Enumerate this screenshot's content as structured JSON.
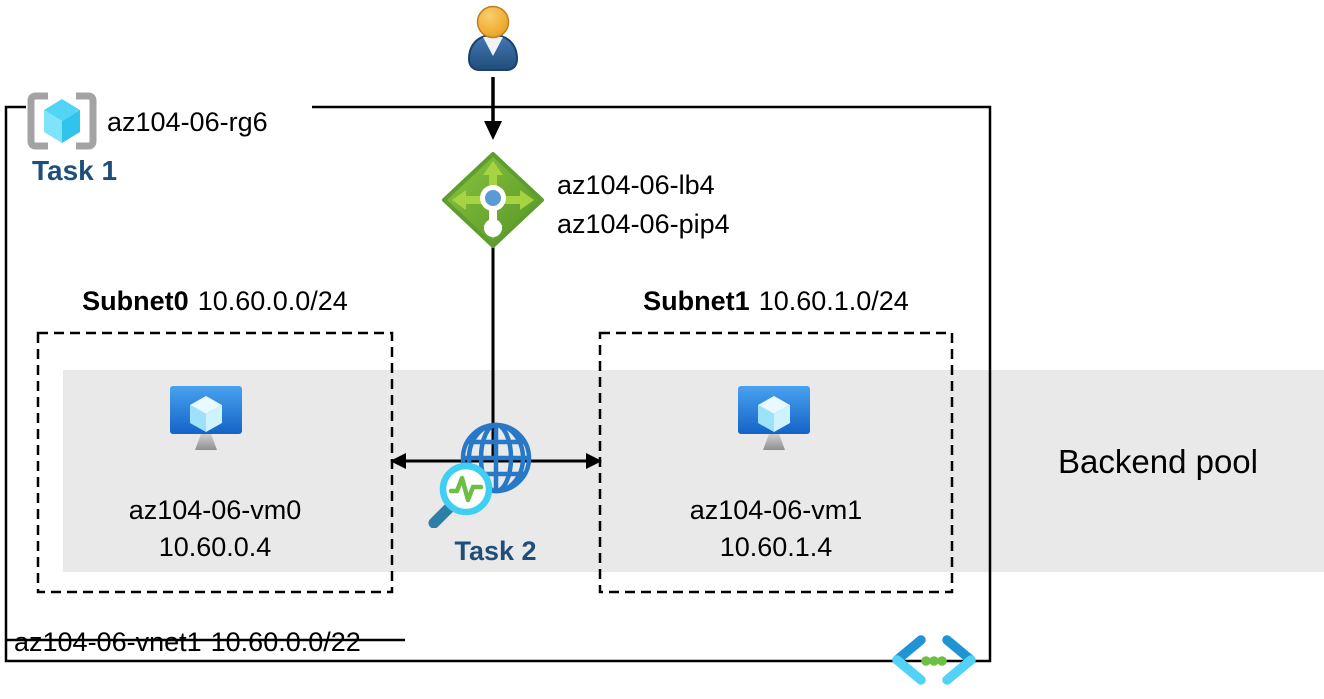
{
  "diagram": {
    "resource_group": {
      "name": "az104-06-rg6",
      "task": "Task 1"
    },
    "load_balancer": {
      "name": "az104-06-lb4",
      "public_ip": "az104-06-pip4"
    },
    "subnets": [
      {
        "name": "Subnet0",
        "cidr": "10.60.0.0/24",
        "vm": {
          "name": "az104-06-vm0",
          "ip": "10.60.0.4"
        }
      },
      {
        "name": "Subnet1",
        "cidr": "10.60.1.0/24",
        "vm": {
          "name": "az104-06-vm1",
          "ip": "10.60.1.4"
        }
      }
    ],
    "health_probe_task": "Task 2",
    "backend_pool_label": "Backend pool",
    "vnet": {
      "name": "az104-06-vnet1",
      "cidr": "10.60.0.0/22"
    }
  },
  "colors": {
    "task_text": "#1F4E79",
    "backend_band": "#E9E9E9",
    "lb_diamond_green": "#6FAE35",
    "lb_arrow_green": "#A6D440",
    "globe_blue": "#2878C8",
    "probe_ring_cyan": "#3ECFF2",
    "probe_pulse_green": "#6CBE45",
    "vm_monitor_blue": "#1B74D8",
    "vnet_chevron_blue": "#1F93D4",
    "vnet_chevron_cyan": "#53D2F7",
    "vnet_dot_green": "#6CBE45",
    "outline_black": "#000000"
  }
}
